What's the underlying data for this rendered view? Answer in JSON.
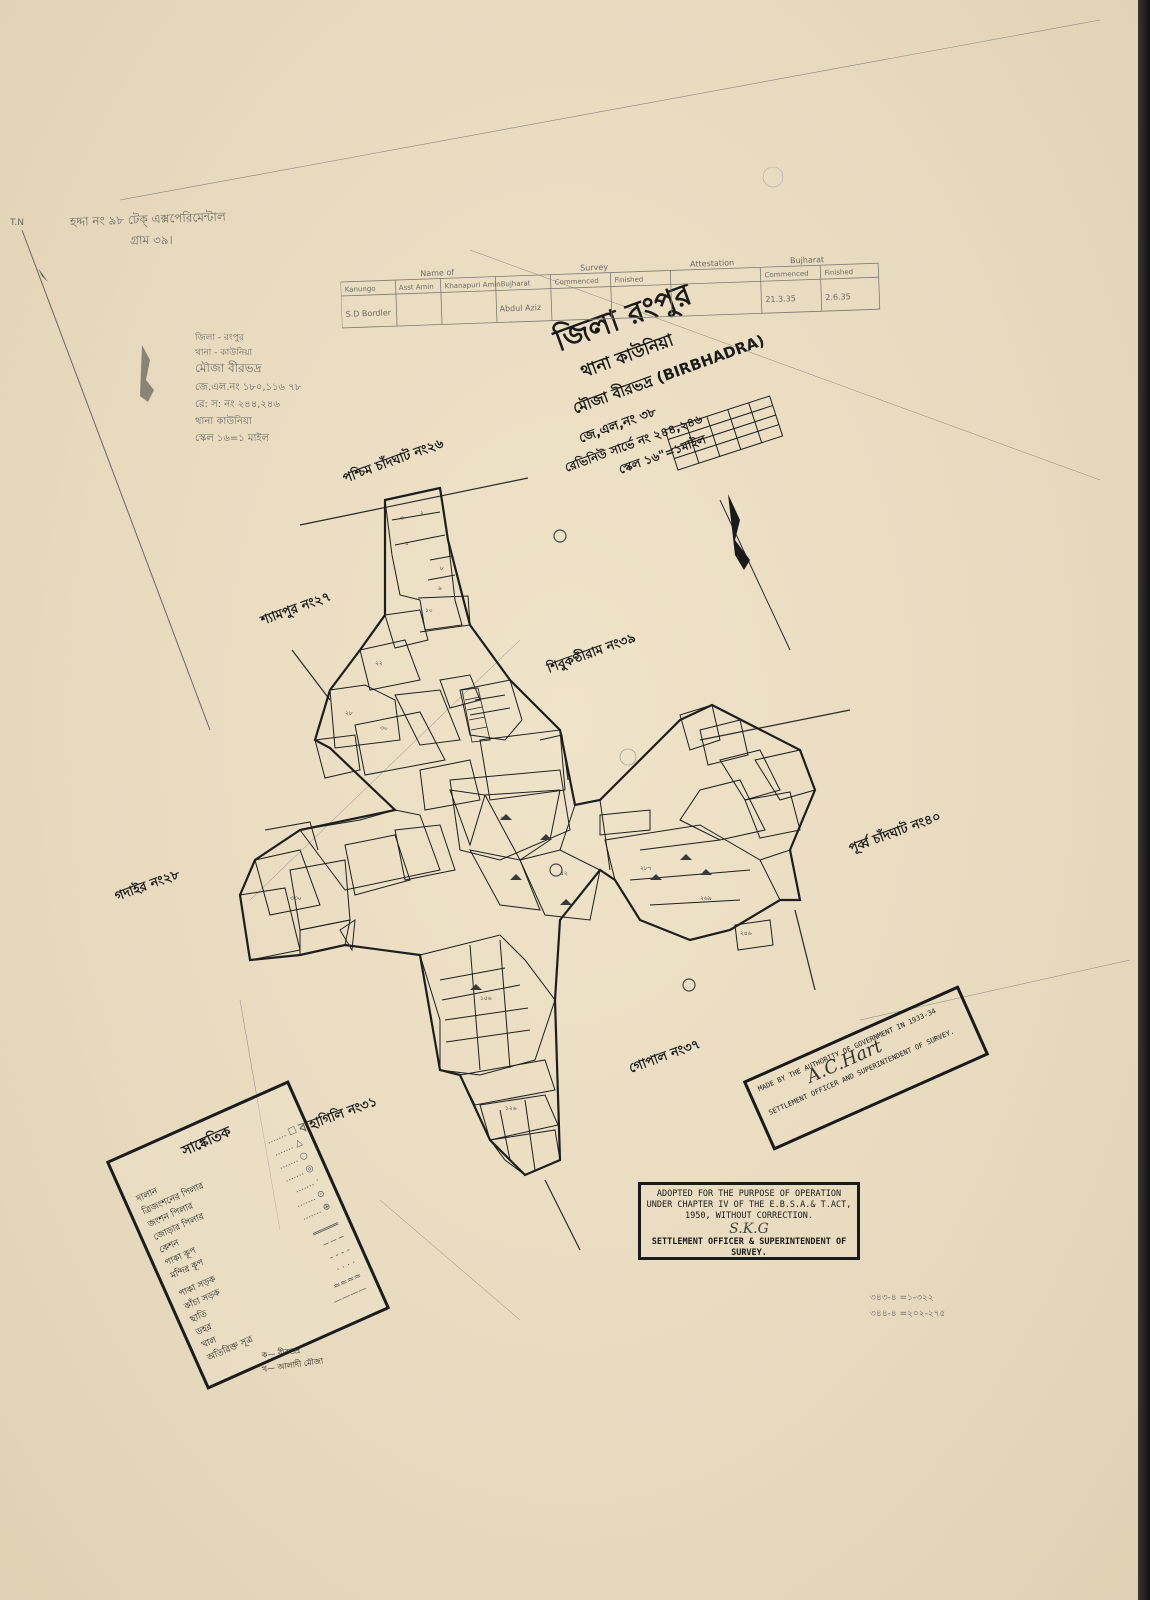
{
  "title": {
    "district": "জিলা রংপুর",
    "thana": "থানা কাউনিয়া",
    "mouza": "মৌজা বীরভদ্র (BIRBHADRA)",
    "jl": "জে,এল,নং ৩৮",
    "rs": "রেভিনিউ সার্ভে নং ২৪৪,২৪৬",
    "scale": "স্কেল ১৬\"=১মাইল"
  },
  "top_left_note": {
    "tn": "T.N",
    "line1": "হদ্দা নং ৯৮ টেক্ এক্সপেরিমেন্টাল",
    "line2": "গ্রাম ৩৯।"
  },
  "pencil_notes": {
    "block": [
      "জিলা - রংপুর",
      "থানা - কাউনিয়া",
      "মৌজা বীরভদ্র",
      "জে.এল.নং ১৮০,১১৬ ৭৮",
      "রে: স: নং ২৪৪,২৪৬",
      "থানা কাউনিয়া",
      "স্কেল ১৬=১ মাইল"
    ]
  },
  "boundary_labels": [
    {
      "id": "paschim",
      "text": "পশ্চিম চাঁদঘাট নং২৬"
    },
    {
      "id": "shyampur",
      "text": "শ্যামপুর নং২৭"
    },
    {
      "id": "shibu",
      "text": "শিবুকণ্ঠীরাম নং৩৯"
    },
    {
      "id": "gadai",
      "text": "গদাইর নং২৮"
    },
    {
      "id": "purba",
      "text": "পূর্ব্ব চাঁদঘাট নং৪০"
    },
    {
      "id": "gopal",
      "text": "গোপাল নং৩৭"
    },
    {
      "id": "bahagili",
      "text": "বাহাগিলি নং৩১"
    }
  ],
  "table": {
    "group_headers": [
      "Name of",
      "Survey",
      "Attestation",
      "Bujharat"
    ],
    "columns": [
      "Kanungo",
      "Asst Amin",
      "Khanapuri Amin",
      "Bujharat",
      "Commenced",
      "Finished",
      "Commenced",
      "Finished"
    ],
    "row": [
      "S.D Bordler",
      "",
      "",
      "Abdul Aziz",
      "",
      "",
      "21.3.35",
      "2.6.35"
    ]
  },
  "stamp_gov": {
    "line1": "MADE BY THE AUTHORITY OF GOVERNMENT IN 1933-34",
    "signature": "A.C.Hart",
    "line2": "SETTLEMENT OFFICER AND SUPERINTENDENT OF SURVEY."
  },
  "stamp_adopted": {
    "line1": "ADOPTED FOR THE PURPOSE OF OPERATION",
    "line2": "UNDER CHAPTER IV OF THE E.B.S.A.& T.ACT,",
    "line3": "1950, WITHOUT CORRECTION.",
    "signature": "S.K.G",
    "line4": "SETTLEMENT OFFICER & SUPERINTENDENT OF",
    "line5": "SURVEY."
  },
  "legend": {
    "title": "সাঙ্কেতিক",
    "items": [
      "দালান",
      "ত্রিজংশনের পিলার",
      "জংশন পিলার",
      "জোড়ার পিলার",
      "কেশন",
      "পাকা কূপ",
      "মন্দির কূপ"
    ],
    "roads": [
      "পাকা সড়ক",
      "কাঁচা সড়ক",
      "ছাতি",
      "ডহর",
      "খাল",
      "অতিরিক্ত সূত্র"
    ]
  },
  "footnotes": [
    "ক— বীরভদ্র",
    "খ— আলাদী মৌজা"
  ],
  "right_notes": [
    "৩৪৩-৪ =১-৩২২",
    "৩৪৪-৪ =২০২-২৭৫"
  ]
}
